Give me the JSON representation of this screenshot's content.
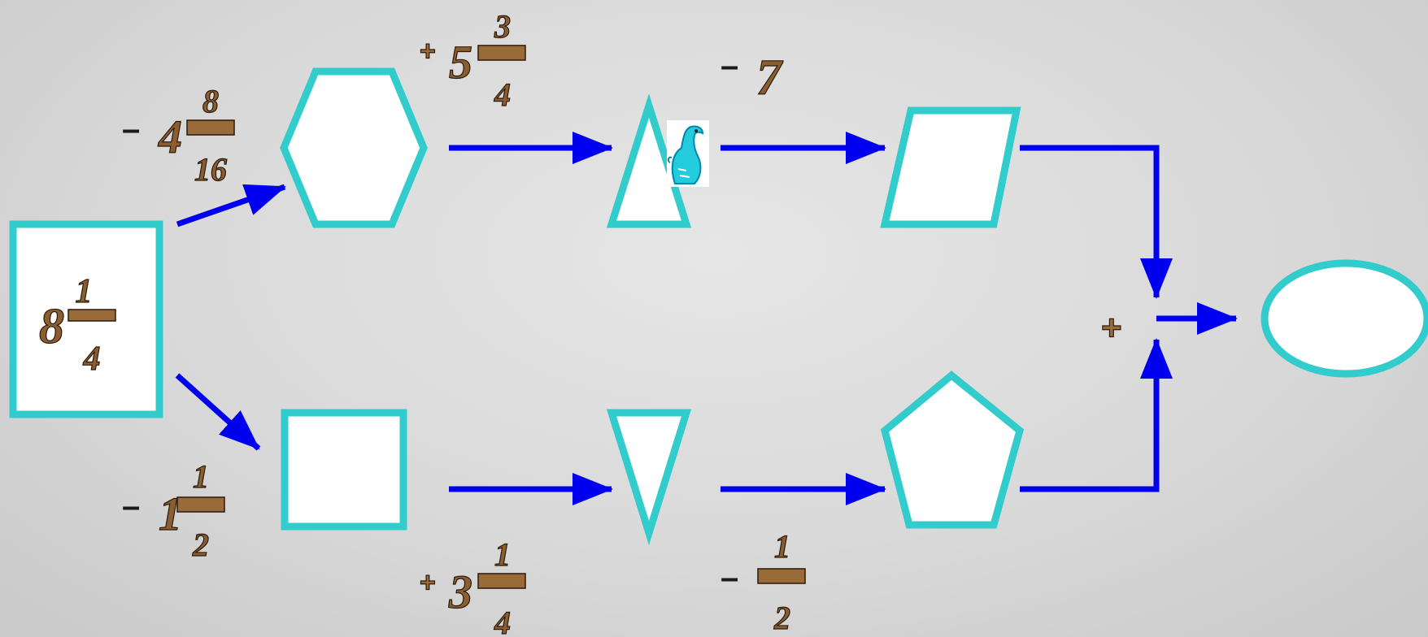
{
  "colors": {
    "shape_stroke": "#33CCCC",
    "shape_fill": "#FFFFFF",
    "arrow": "#0000EE",
    "number_fill": "#8A5E30",
    "background": "#D9D9D9"
  },
  "start_box": {
    "whole": "8",
    "numerator": "1",
    "denominator": "4"
  },
  "operations": {
    "op1": {
      "sign": "–",
      "whole": "4",
      "numerator": "8",
      "denominator": "16"
    },
    "op2": {
      "sign": "+",
      "whole": "5",
      "numerator": "3",
      "denominator": "4"
    },
    "op3": {
      "sign": "–",
      "whole": "7"
    },
    "op4": {
      "sign": "–",
      "whole": "1",
      "numerator": "1",
      "denominator": "2"
    },
    "op5": {
      "sign": "+",
      "whole": "3",
      "numerator": "1",
      "denominator": "4"
    },
    "op6": {
      "sign": "–",
      "numerator": "1",
      "denominator": "2"
    },
    "combine": {
      "sign": "+"
    }
  },
  "icons": {
    "mascot": "cyan-dinosaur-icon"
  }
}
